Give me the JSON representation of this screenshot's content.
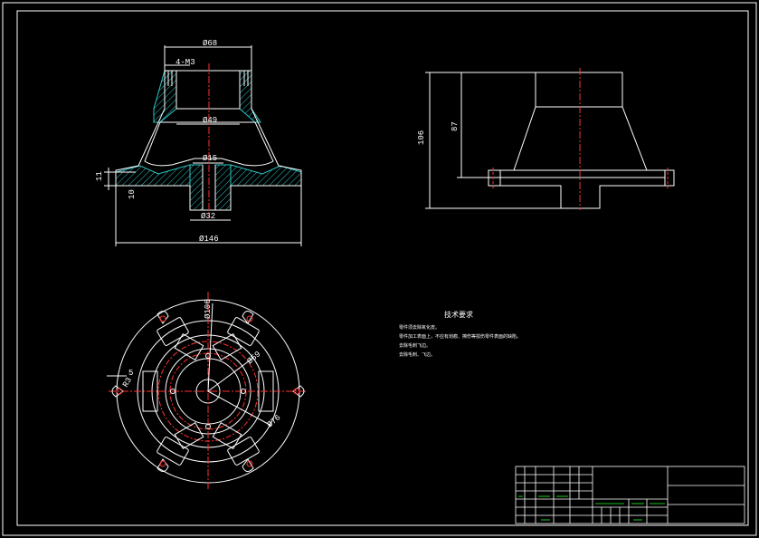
{
  "drawing": {
    "front_view": {
      "dims": {
        "top_dia": "Ø68",
        "holes": "4-M3",
        "inner_dia": "Ø49",
        "small_dia": "Ø15",
        "hub_dia": "Ø32",
        "base_dia": "Ø146",
        "h11": "11",
        "h10": "10"
      }
    },
    "side_view": {
      "dims": {
        "height_total": "106",
        "height_cone": "87"
      }
    },
    "plan_view": {
      "dims": {
        "d106": "Ø106",
        "d59": "Ø59",
        "d76": "Ø76",
        "d5": "5",
        "r": "R3"
      }
    },
    "tech_requirements": {
      "title": "技术要求",
      "lines": [
        "零件须去除氧化皮。",
        "零件加工表面上，不应有划痕、擦伤等损伤零件表面的缺陷。",
        "去除毛刺飞边。",
        "去除毛刺、飞边。"
      ]
    },
    "colors": {
      "line": "#ffffff",
      "center": "#ff3030",
      "hatch": "#2ec4c4",
      "titleblock": "#22ff22"
    }
  }
}
